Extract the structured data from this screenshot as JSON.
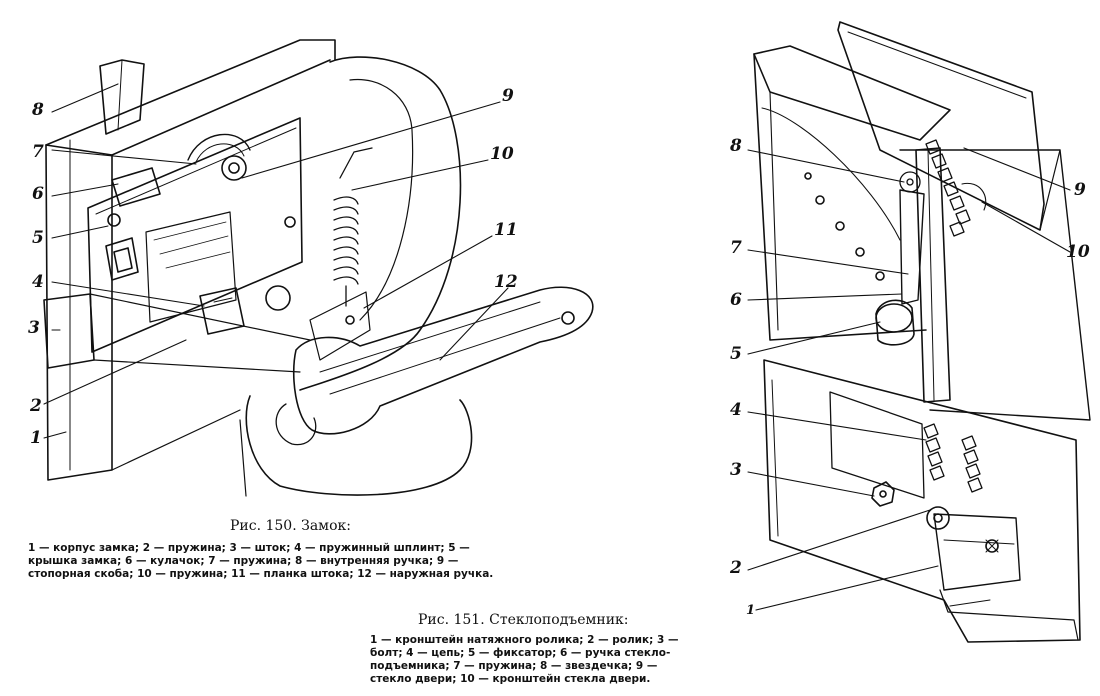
{
  "figure150": {
    "title": "Рис. 150. Замок:",
    "callouts": [
      "1",
      "2",
      "3",
      "4",
      "5",
      "6",
      "7",
      "8",
      "9",
      "10",
      "11",
      "12"
    ],
    "legend_lines": [
      "1 — корпус замка; 2 — пружина; 3 — шток; 4 — пружинный шплинт; 5 —",
      "крышка замка; 6 — кулачок; 7 — пружина; 8 — внутренняя ручка; 9 —",
      "стопорная скоба; 10 — пружина; 11 — планка штока; 12 — наружная ручка."
    ]
  },
  "figure151": {
    "title": "Рис. 151. Стеклоподъемник:",
    "callouts": [
      "1",
      "2",
      "3",
      "4",
      "5",
      "6",
      "7",
      "8",
      "9",
      "10"
    ],
    "legend_lines": [
      "1 — кронштейн натяжного ролика; 2 — ролик; 3 —",
      "болт; 4 — цепь; 5 — фиксатор; 6 — ручка стекло-",
      "подъемника; 7 — пружина; 8 — звездечка; 9 —",
      "стекло двери; 10 — кронштейн стекла двери."
    ]
  }
}
